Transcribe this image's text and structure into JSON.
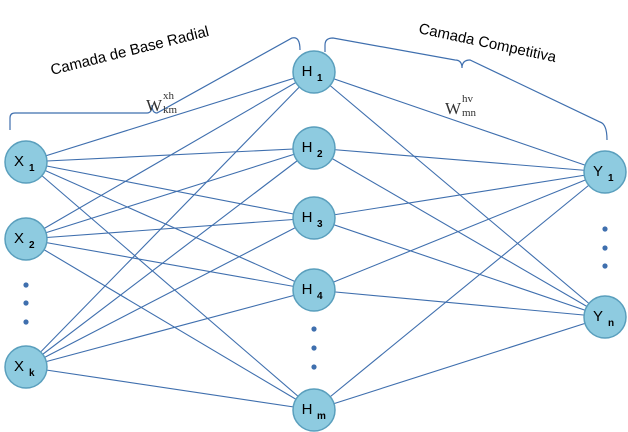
{
  "layers": {
    "radial_label": "Camada de Base Radial",
    "competitive_label": "Camada Competitiva"
  },
  "weights": {
    "input_hidden": {
      "base": "W",
      "sup": "xh",
      "sub": "km"
    },
    "hidden_output": {
      "base": "W",
      "sup": "hv",
      "sub": "mn"
    }
  },
  "input_nodes": [
    {
      "main": "X",
      "sub": "1"
    },
    {
      "main": "X",
      "sub": "2"
    },
    {
      "main": "X",
      "sub": "k"
    }
  ],
  "hidden_nodes": [
    {
      "main": "H",
      "sub": "1"
    },
    {
      "main": "H",
      "sub": "2"
    },
    {
      "main": "H",
      "sub": "3"
    },
    {
      "main": "H",
      "sub": "4"
    },
    {
      "main": "H",
      "sub": "m"
    }
  ],
  "output_nodes": [
    {
      "main": "Y",
      "sub": "1"
    },
    {
      "main": "Y",
      "sub": "n"
    }
  ],
  "colors": {
    "node_fill": "#8ecbe0",
    "node_stroke": "#5a9fbd",
    "edge": "#3f6fae"
  }
}
